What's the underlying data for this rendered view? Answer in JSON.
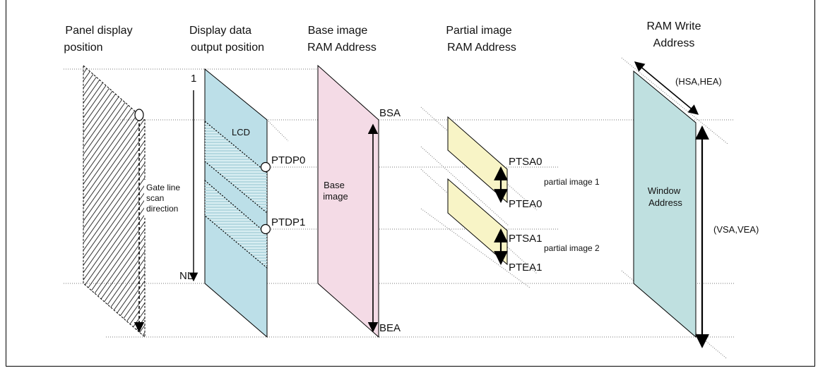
{
  "columns": {
    "panel": [
      "Panel display",
      "position"
    ],
    "display_data": [
      "Display data",
      "output position"
    ],
    "base_image": [
      "Base image",
      "RAM Address"
    ],
    "partial_image": [
      "Partial image",
      "RAM Address"
    ],
    "ram_write": [
      "RAM Write",
      "Address"
    ]
  },
  "labels": {
    "gate_scan": [
      "Gate line",
      "scan",
      "direction"
    ],
    "first_line": "1",
    "last_line": "NL",
    "lcd": "LCD",
    "ptdp0": "PTDP0",
    "ptdp1": "PTDP1",
    "base_image": [
      "Base",
      "image"
    ],
    "bsa": "BSA",
    "bea": "BEA",
    "ptsa0": "PTSA0",
    "ptea0": "PTEA0",
    "ptsa1": "PTSA1",
    "ptea1": "PTEA1",
    "partial_image_1": "partial image 1",
    "partial_image_2": "partial image 2",
    "window_address": [
      "Window",
      "Address"
    ],
    "hsa_hea": "(HSA,HEA)",
    "vsa_vea": "(VSA,VEA)"
  },
  "colors": {
    "lcd_fill": "#bcdfe8",
    "base_fill": "#f4dbe6",
    "partial_fill": "#f8f4c6",
    "window_fill": "#bfe0e0",
    "stroke": "#000000",
    "guide": "#7a7a7a"
  }
}
